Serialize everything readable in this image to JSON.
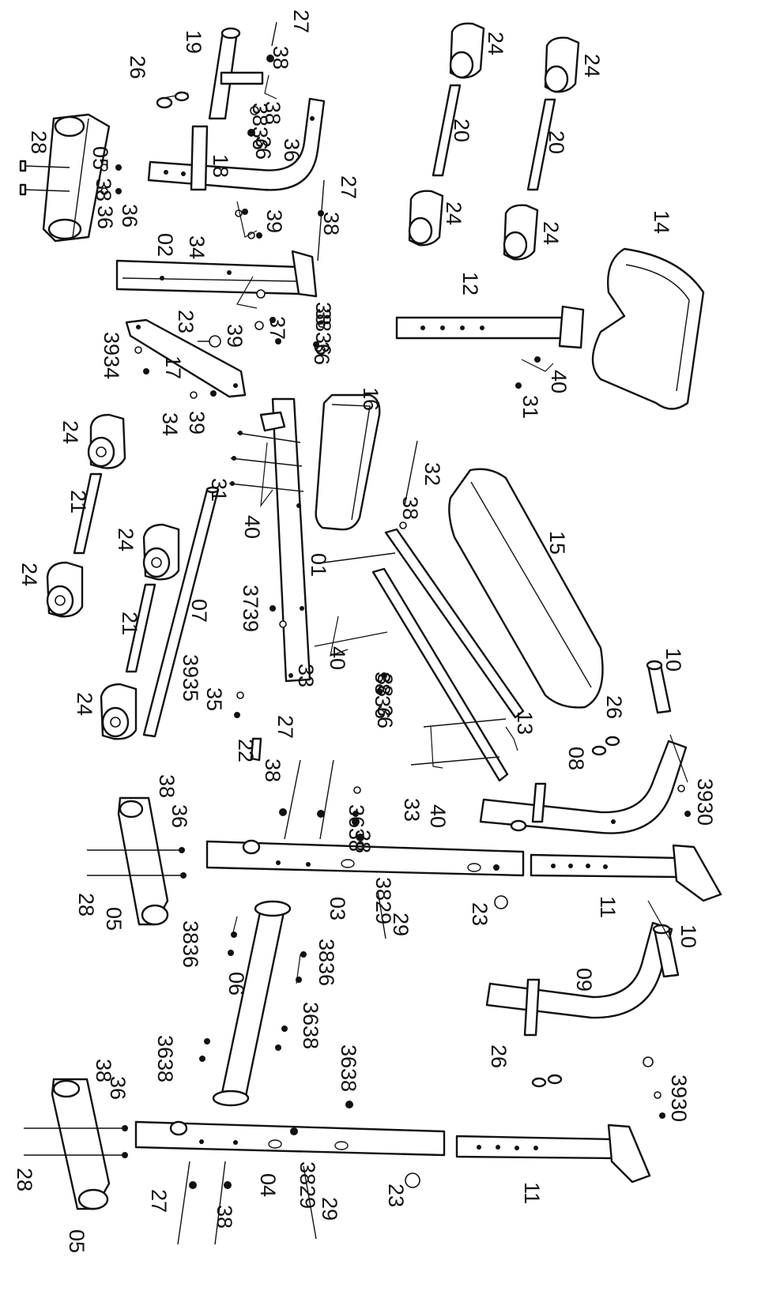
{
  "colors": {
    "ink": "#111111",
    "paper": "#ffffff"
  },
  "labels": [
    {
      "id": "l01",
      "text": "01"
    },
    {
      "id": "l02",
      "text": "02"
    },
    {
      "id": "l03",
      "text": "03"
    },
    {
      "id": "l04",
      "text": "04"
    },
    {
      "id": "l05a",
      "text": "05"
    },
    {
      "id": "l05b",
      "text": "05"
    },
    {
      "id": "l05c",
      "text": "05"
    },
    {
      "id": "l06",
      "text": "06"
    },
    {
      "id": "l07",
      "text": "07"
    },
    {
      "id": "l08",
      "text": "08"
    },
    {
      "id": "l09",
      "text": "09"
    },
    {
      "id": "l10a",
      "text": "10"
    },
    {
      "id": "l10b",
      "text": "10"
    },
    {
      "id": "l11a",
      "text": "11"
    },
    {
      "id": "l11b",
      "text": "11"
    },
    {
      "id": "l12",
      "text": "12"
    },
    {
      "id": "l13",
      "text": "13"
    },
    {
      "id": "l14",
      "text": "14"
    },
    {
      "id": "l15",
      "text": "15"
    },
    {
      "id": "l16",
      "text": "16"
    },
    {
      "id": "l17",
      "text": "17"
    },
    {
      "id": "l18",
      "text": "18"
    },
    {
      "id": "l19",
      "text": "19"
    },
    {
      "id": "l20a",
      "text": "20"
    },
    {
      "id": "l20b",
      "text": "20"
    },
    {
      "id": "l21a",
      "text": "21"
    },
    {
      "id": "l21b",
      "text": "21"
    },
    {
      "id": "l22",
      "text": "22"
    },
    {
      "id": "l23a",
      "text": "23"
    },
    {
      "id": "l23b",
      "text": "23"
    },
    {
      "id": "l23c",
      "text": "23"
    },
    {
      "id": "l24a",
      "text": "24"
    },
    {
      "id": "l24b",
      "text": "24"
    },
    {
      "id": "l24c",
      "text": "24"
    },
    {
      "id": "l24d",
      "text": "24"
    },
    {
      "id": "l24e",
      "text": "24"
    },
    {
      "id": "l24f",
      "text": "24"
    },
    {
      "id": "l24g",
      "text": "24"
    },
    {
      "id": "l24h",
      "text": "24"
    },
    {
      "id": "l26a",
      "text": "26"
    },
    {
      "id": "l26b",
      "text": "26"
    },
    {
      "id": "l26c",
      "text": "26"
    },
    {
      "id": "l27a",
      "text": "27"
    },
    {
      "id": "l27b",
      "text": "27"
    },
    {
      "id": "l27c",
      "text": "27"
    },
    {
      "id": "l27d",
      "text": "27"
    },
    {
      "id": "l28a",
      "text": "28"
    },
    {
      "id": "l28b",
      "text": "28"
    },
    {
      "id": "l28c",
      "text": "28"
    },
    {
      "id": "l29a",
      "text": "29"
    },
    {
      "id": "l29b",
      "text": "29"
    },
    {
      "id": "l3930a",
      "text": "3930"
    },
    {
      "id": "l3930b",
      "text": "3930"
    },
    {
      "id": "l31a",
      "text": "31"
    },
    {
      "id": "l31b",
      "text": "31"
    },
    {
      "id": "l32",
      "text": "32"
    },
    {
      "id": "l33a",
      "text": "33"
    },
    {
      "id": "l33b",
      "text": "33"
    },
    {
      "id": "l3934",
      "text": "3934"
    },
    {
      "id": "l34a",
      "text": "34"
    },
    {
      "id": "l34b",
      "text": "34"
    },
    {
      "id": "l35",
      "text": "35"
    },
    {
      "id": "l36a",
      "text": "36"
    },
    {
      "id": "l36b",
      "text": "36"
    },
    {
      "id": "l36c",
      "text": "36"
    },
    {
      "id": "l36d",
      "text": "36"
    },
    {
      "id": "l36e",
      "text": "36"
    },
    {
      "id": "l36f",
      "text": "36"
    },
    {
      "id": "l36g",
      "text": "36"
    },
    {
      "id": "l36h",
      "text": "36"
    },
    {
      "id": "l3638a",
      "text": "3638"
    },
    {
      "id": "l3638b",
      "text": "3638"
    },
    {
      "id": "l3638c",
      "text": "3638"
    },
    {
      "id": "l3638d",
      "text": "3638"
    },
    {
      "id": "l37a",
      "text": "37"
    },
    {
      "id": "l3739",
      "text": "3739"
    },
    {
      "id": "l38a",
      "text": "38"
    },
    {
      "id": "l38b",
      "text": "38"
    },
    {
      "id": "l38c",
      "text": "38"
    },
    {
      "id": "l38d",
      "text": "38"
    },
    {
      "id": "l38e",
      "text": "38"
    },
    {
      "id": "l38f",
      "text": "38"
    },
    {
      "id": "l38g",
      "text": "38"
    },
    {
      "id": "l38h",
      "text": "38"
    },
    {
      "id": "l38i",
      "text": "38"
    },
    {
      "id": "l38j",
      "text": "38"
    },
    {
      "id": "l38k",
      "text": "38"
    },
    {
      "id": "l38l",
      "text": "38"
    },
    {
      "id": "l3836a",
      "text": "3836"
    },
    {
      "id": "l3836b",
      "text": "3836"
    },
    {
      "id": "l3836c",
      "text": "3836"
    },
    {
      "id": "l3836d",
      "text": "3836"
    },
    {
      "id": "l3836e",
      "text": "3836"
    },
    {
      "id": "l3829a",
      "text": "3829"
    },
    {
      "id": "l3829b",
      "text": "3829"
    },
    {
      "id": "l39a",
      "text": "39"
    },
    {
      "id": "l39b",
      "text": "39"
    },
    {
      "id": "l39c",
      "text": "39"
    },
    {
      "id": "l3935",
      "text": "3935"
    },
    {
      "id": "l40a",
      "text": "40"
    },
    {
      "id": "l40b",
      "text": "40"
    },
    {
      "id": "l40c",
      "text": "40"
    },
    {
      "id": "l40d",
      "text": "40"
    }
  ]
}
